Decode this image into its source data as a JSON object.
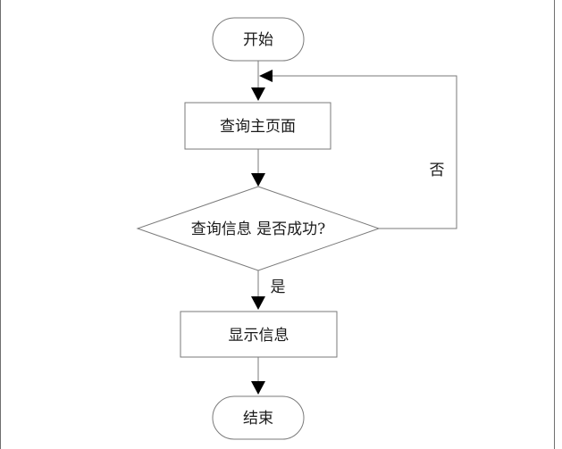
{
  "nodes": {
    "start": "开始",
    "query_home": "查询主页面",
    "decision": "查询信息 是否成功?",
    "display": "显示信息",
    "end": "结束"
  },
  "edges": {
    "yes": "是",
    "no": "否"
  }
}
